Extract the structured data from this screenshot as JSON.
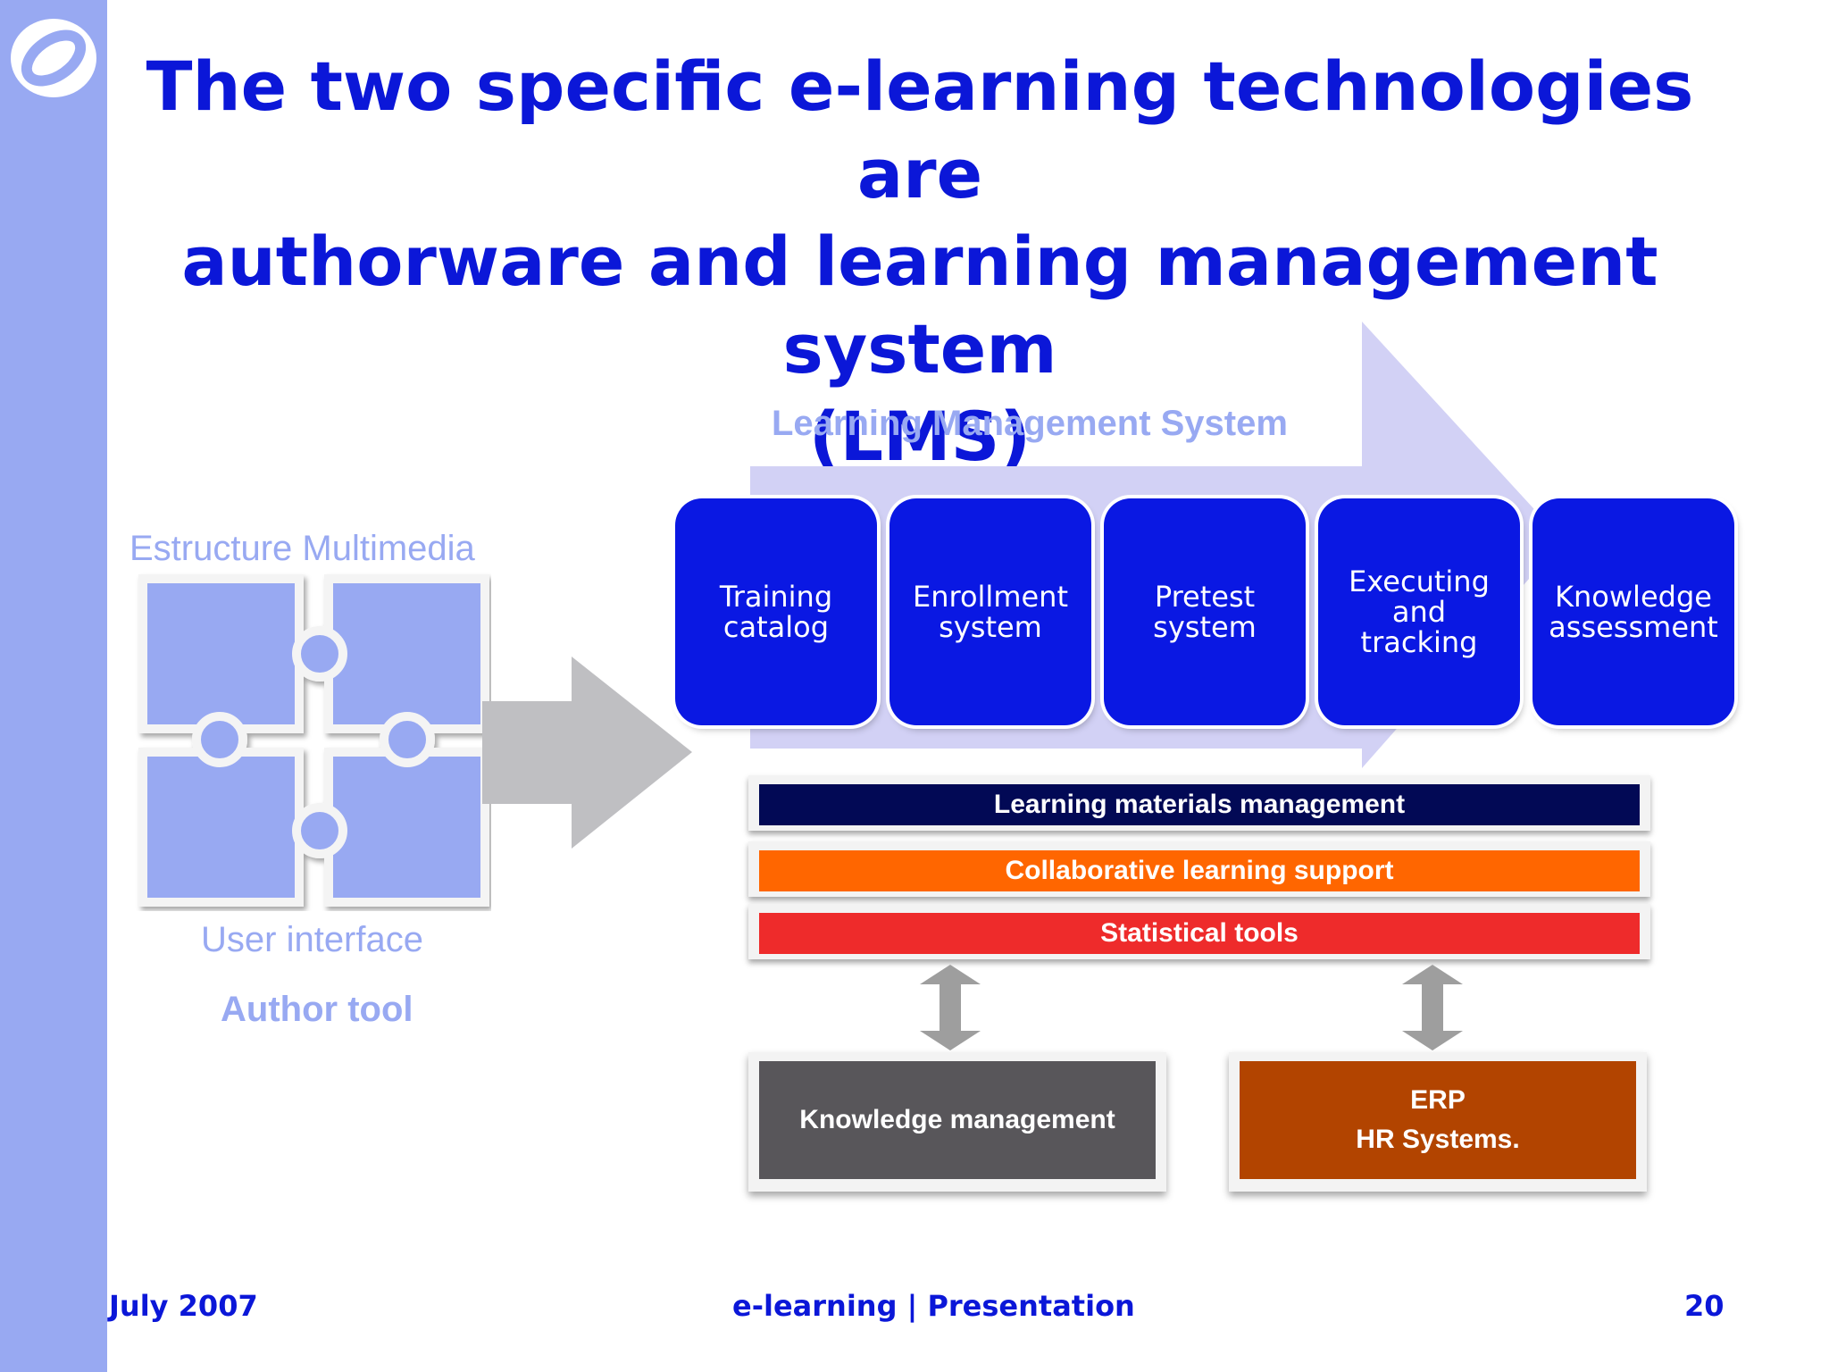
{
  "slide": {
    "title": "The two specific e-learning technologies are\nauthorware and learning management system\n(LMS)"
  },
  "author_tool": {
    "top_label": "Estructure Multimedia",
    "bottom_label": "User interface",
    "caption": "Author tool"
  },
  "lms": {
    "label": "Learning Management System",
    "steps": [
      "Training\ncatalog",
      "Enrollment\nsystem",
      "Pretest\nsystem",
      "Executing\nand\ntracking",
      "Knowledge\nassessment"
    ],
    "layers": [
      "Learning materials management",
      "Collaborative learning support",
      "Statistical tools"
    ]
  },
  "integrations": {
    "left": "Knowledge management",
    "right": "ERP\nHR Systems."
  },
  "footer": {
    "date": "July 2007",
    "center": "e-learning | Presentation",
    "page": "20"
  },
  "colors": {
    "title_blue": "#0B17D8",
    "sidebar": "#98A9F2",
    "step_blue": "#0A18E3",
    "bar_navy": "#020955",
    "bar_orange": "#FF6600",
    "bar_red": "#EE2B2B",
    "km_gray": "#58565A",
    "erp_brown": "#B24400",
    "lms_arrow": "#D2D1F5"
  },
  "icons": [
    "logo-icon",
    "puzzle-icon",
    "right-arrow-icon",
    "double-arrow-icon"
  ]
}
